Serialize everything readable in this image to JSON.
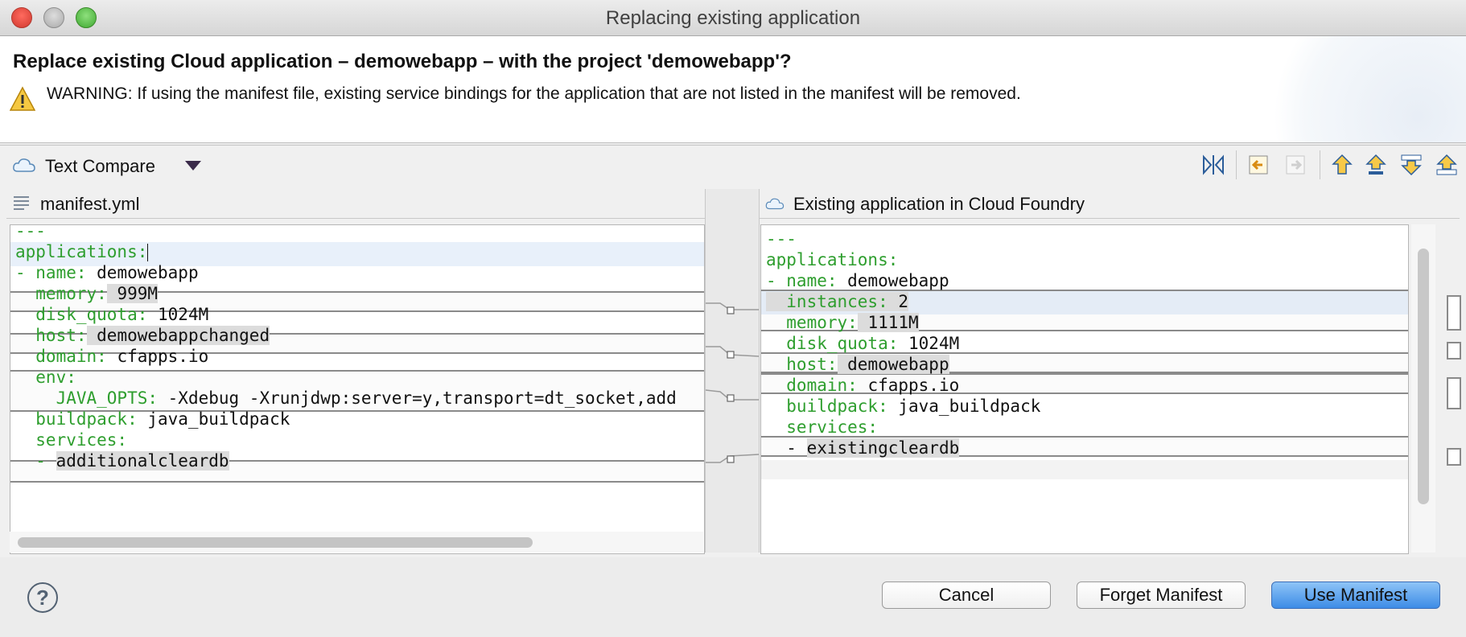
{
  "window": {
    "title": "Replacing existing application"
  },
  "dialog": {
    "question": "Replace existing Cloud application – demowebapp – with the project 'demowebapp'?",
    "warning": "WARNING: If using the manifest file, existing service bindings for the application that are not listed in the manifest will be removed."
  },
  "compare": {
    "mode_label": "Text Compare",
    "left_title": "manifest.yml",
    "right_title": "Existing application in Cloud Foundry",
    "toolbar_icons": [
      "swap-panes-icon",
      "copy-right-to-left-icon",
      "copy-left-to-right-icon",
      "next-difference-icon",
      "previous-difference-icon",
      "next-change-icon",
      "previous-change-icon"
    ],
    "left_lines": [
      {
        "key": "---",
        "val": ""
      },
      {
        "key": "applications:",
        "val": ""
      },
      {
        "key": "- name:",
        "val": " demowebapp"
      },
      {
        "key": "  memory:",
        "val": " 999M"
      },
      {
        "key": "  disk_quota:",
        "val": " 1024M"
      },
      {
        "key": "  host:",
        "val": " demowebappchanged"
      },
      {
        "key": "  domain:",
        "val": " cfapps.io"
      },
      {
        "key": "  env:",
        "val": ""
      },
      {
        "key": "    JAVA_OPTS:",
        "val": " -Xdebug -Xrunjdwp:server=y,transport=dt_socket,add"
      },
      {
        "key": "  buildpack:",
        "val": " java_buildpack"
      },
      {
        "key": "  services:",
        "val": ""
      },
      {
        "key": "  - ",
        "val": "additionalcleardb"
      }
    ],
    "right_lines": [
      {
        "key": "---",
        "val": ""
      },
      {
        "key": "applications:",
        "val": ""
      },
      {
        "key": "- name:",
        "val": " demowebapp"
      },
      {
        "key": "  instances:",
        "val": " 2"
      },
      {
        "key": "  memory:",
        "val": " 1111M"
      },
      {
        "key": "  disk_quota:",
        "val": " 1024M"
      },
      {
        "key": "  host:",
        "val": " demowebapp"
      },
      {
        "key": "  domain:",
        "val": " cfapps.io"
      },
      {
        "key": "  buildpack:",
        "val": " java_buildpack"
      },
      {
        "key": "  services:",
        "val": ""
      },
      {
        "key": "  - ",
        "val": "existingcleardb"
      }
    ]
  },
  "buttons": {
    "cancel": "Cancel",
    "forget": "Forget Manifest",
    "use": "Use Manifest"
  },
  "help": {
    "glyph": "?"
  },
  "colors": {
    "key": "#2e9e2e",
    "primary": "#3d8ce6"
  }
}
